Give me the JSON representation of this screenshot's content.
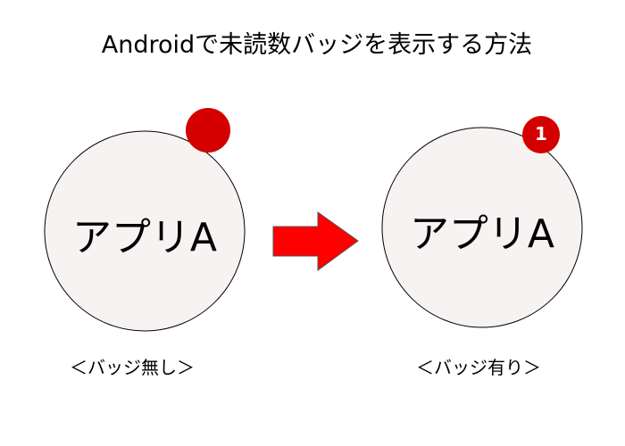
{
  "title": "Androidで未読数バッジを表示する方法",
  "before": {
    "app_label": "アプリA",
    "caption": "＜バッジ無し＞"
  },
  "after": {
    "app_label": "アプリA",
    "caption": "＜バッジ有り＞",
    "badge_count": "1"
  },
  "colors": {
    "circle_fill": "#f8f3f3",
    "badge": "#d40000",
    "arrow": "#ff0000"
  }
}
